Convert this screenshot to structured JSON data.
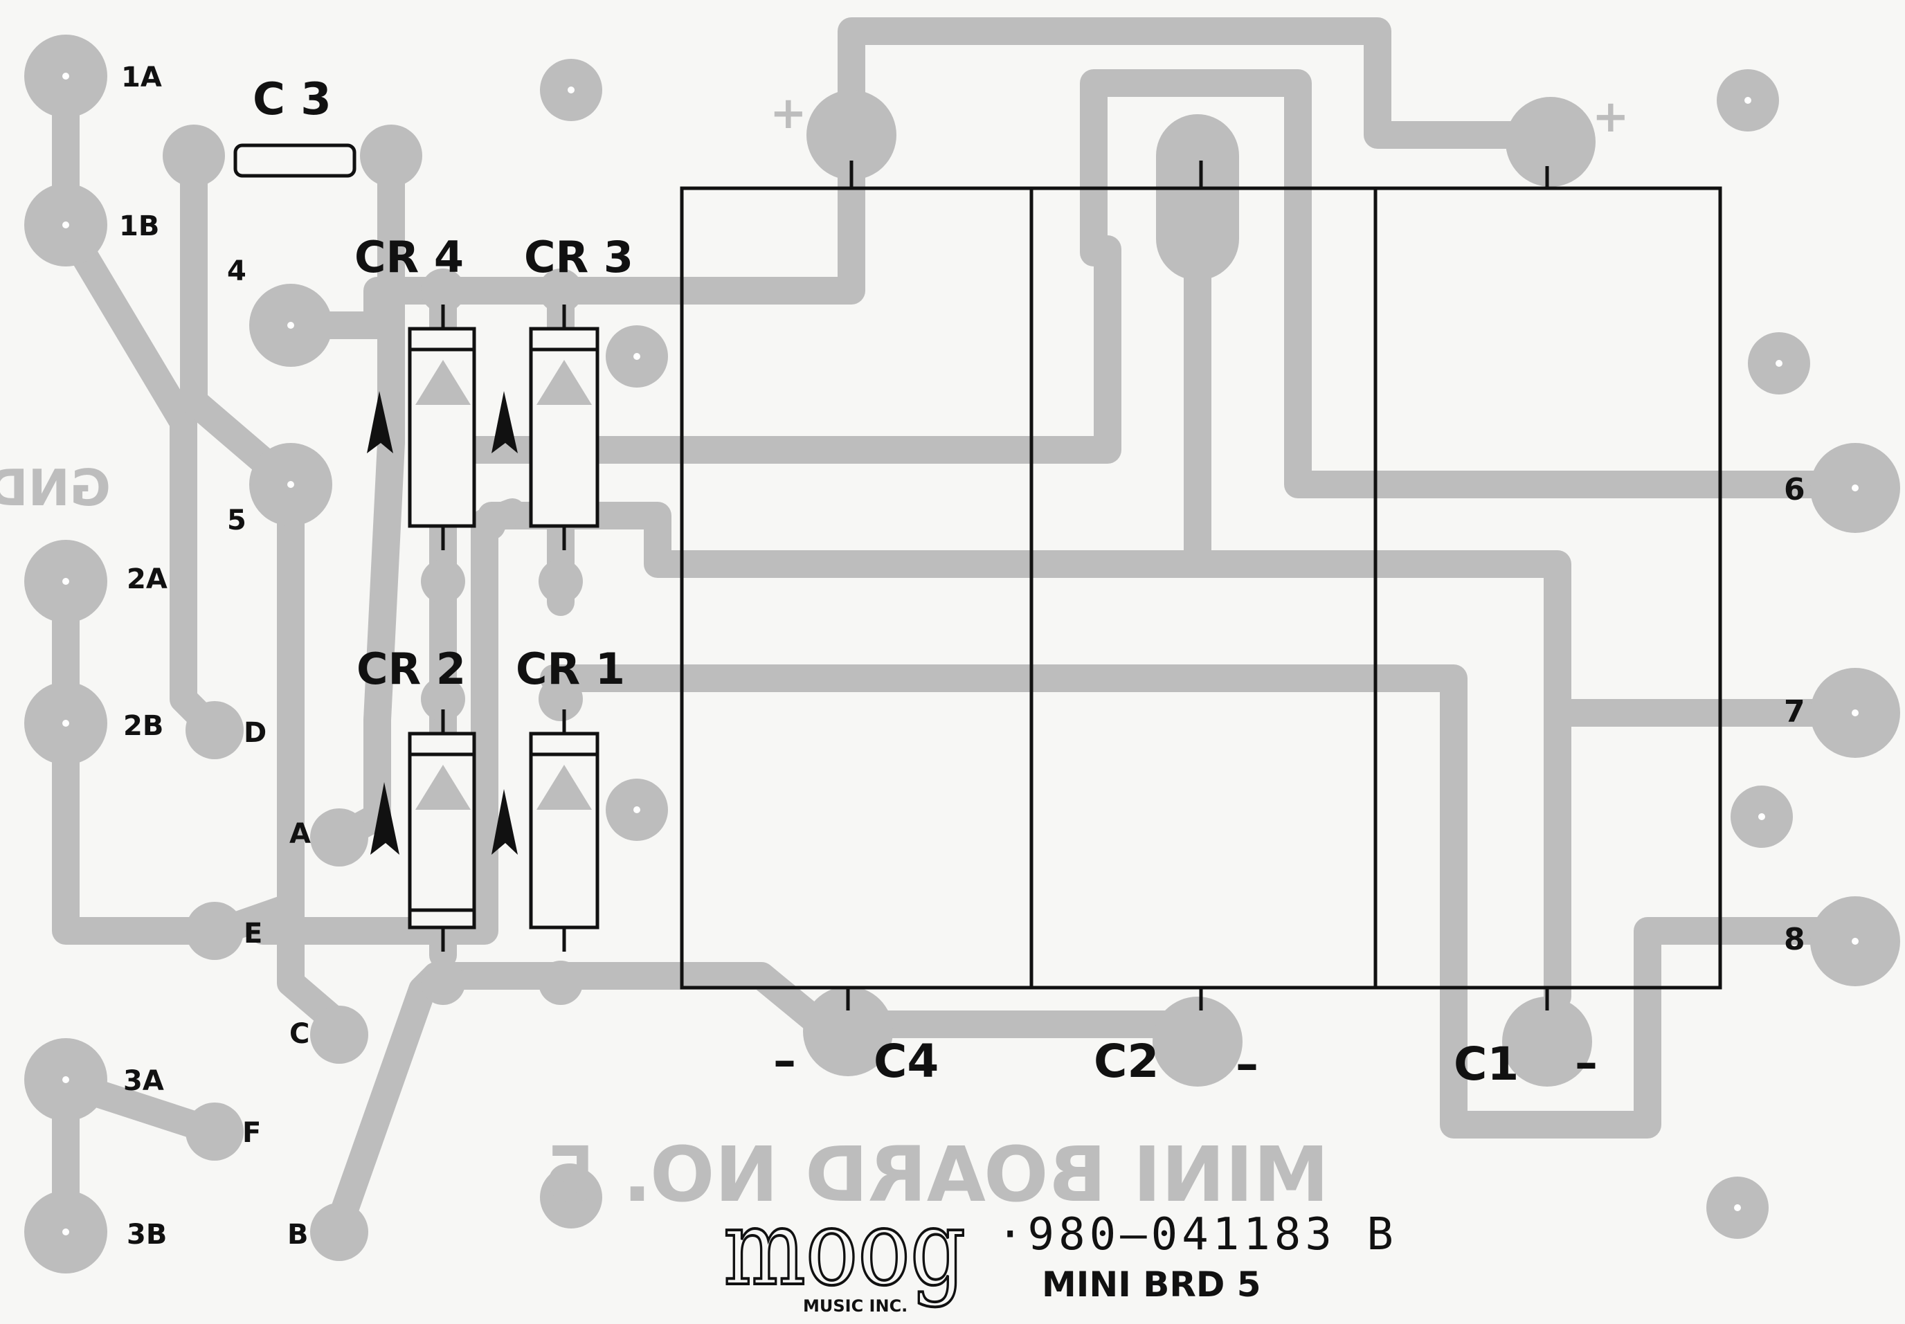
{
  "title_mirrored": "MINI BOARD NO. 5",
  "part_number": "·980–041183 B",
  "board_name": "MINI BRD 5",
  "logo": {
    "text": "moog",
    "subtitle": "MUSIC INC."
  },
  "gnd_mirrored": "GND",
  "pads": {
    "p1A": "1A",
    "p1B": "1B",
    "p2A": "2A",
    "p2B": "2B",
    "p3A": "3A",
    "p3B": "3B",
    "p4": "4",
    "p5": "5",
    "p6": "6",
    "p7": "7",
    "p8": "8",
    "pA": "A",
    "pB": "B",
    "pC": "C",
    "pD": "D",
    "pE": "E",
    "pF": "F"
  },
  "components": {
    "c3": "C 3",
    "cr4": "CR 4",
    "cr3": "CR 3",
    "cr2": "CR 2",
    "cr1": "CR 1",
    "c4": "C4",
    "c2": "C2",
    "c1": "C1"
  },
  "polarity": {
    "plus": "+",
    "minus": "–"
  },
  "colors": {
    "trace": "#bdbdbd",
    "ink": "#111111",
    "paper": "#f7f7f5"
  }
}
